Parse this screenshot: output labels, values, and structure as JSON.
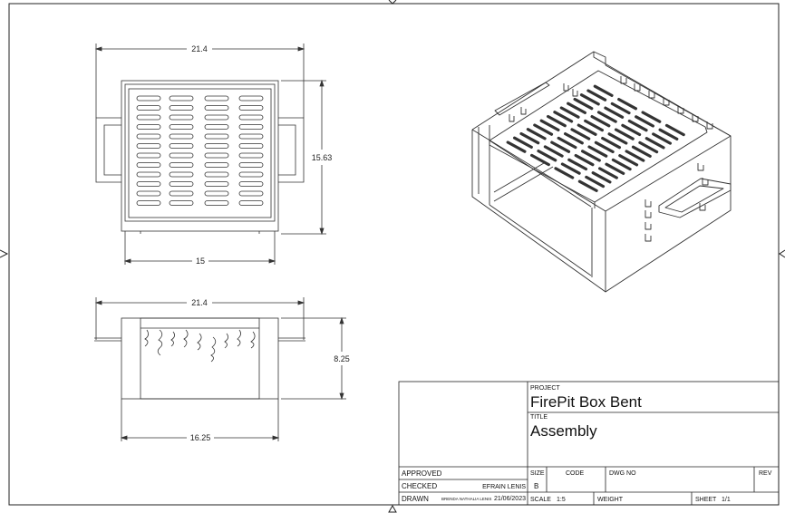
{
  "dimensions": {
    "top_width": "21.4",
    "top_height": "15.63",
    "top_inner": "15",
    "front_width": "21.4",
    "front_height": "8.25",
    "front_inner": "16.25"
  },
  "title_block": {
    "project_label": "PROJECT",
    "project": "FirePit Box Bent",
    "title_label": "TITLE",
    "title": "Assembly",
    "approved_label": "APPROVED",
    "checked_label": "CHECKED",
    "checked_by": "EFRAIN LENIS",
    "drawn_label": "DRAWN",
    "drawn_by": "BRENDA NATHALIA LENIS",
    "drawn_date": "21/06/2023",
    "size_label": "SIZE",
    "size": "B",
    "code_label": "CODE",
    "dwg_label": "DWG NO",
    "rev_label": "REV",
    "scale_label": "SCALE",
    "scale": "1:5",
    "weight_label": "WEIGHT",
    "sheet_label": "SHEET",
    "sheet": "1/1"
  }
}
